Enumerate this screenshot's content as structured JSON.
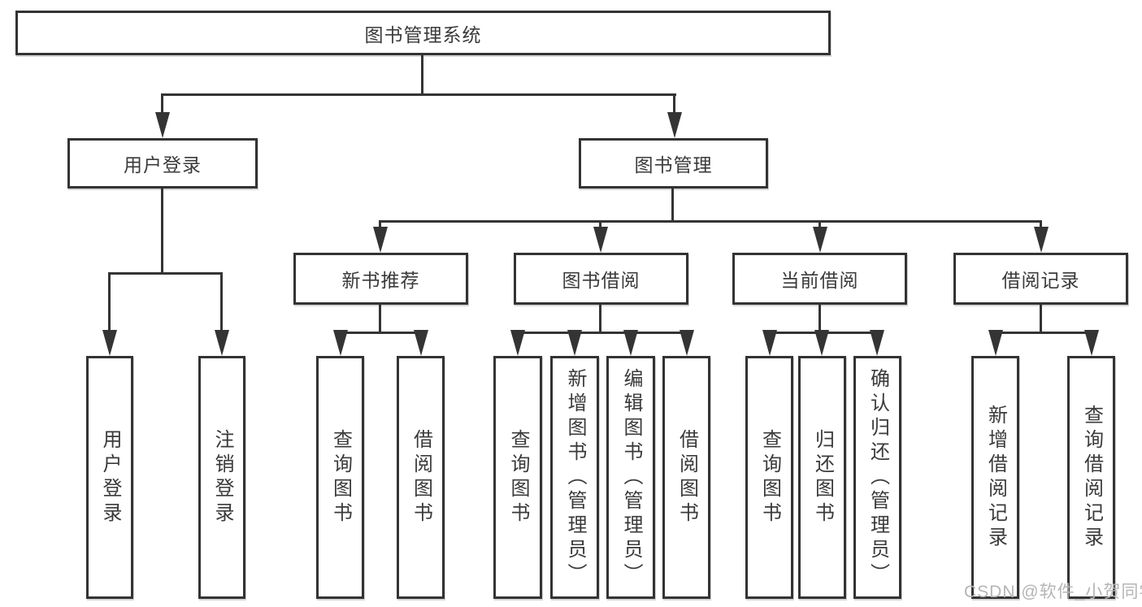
{
  "nodes": {
    "root": "图书管理系统",
    "login": "用户登录",
    "mgmt": "图书管理",
    "rec": "新书推荐",
    "borrow": "图书借阅",
    "current": "当前借阅",
    "records": "借阅记录"
  },
  "leaves": {
    "user_login": "用户登录",
    "logout": "注销登录",
    "rec_query_book": "查询图书",
    "rec_borrow_book": "借阅图书",
    "bb_query_book": "查询图书",
    "bb_add_book": "新增图书（管理员）",
    "bb_edit_book": "编辑图书（管理员）",
    "bb_borrow_book": "借阅图书",
    "cb_query_book": "查询图书",
    "cb_return_book": "归还图书",
    "cb_confirm_return": "确认归还（管理员）",
    "br_add_record": "新增借阅记录",
    "br_query_record": "查询借阅记录"
  },
  "watermark": "CSDN @软件_小贺同学",
  "colors": {
    "line": "#343434",
    "border": "#333333",
    "text": "#3a3a3a",
    "watermark_text": "#b5b5b5",
    "background": "#ffffff"
  }
}
